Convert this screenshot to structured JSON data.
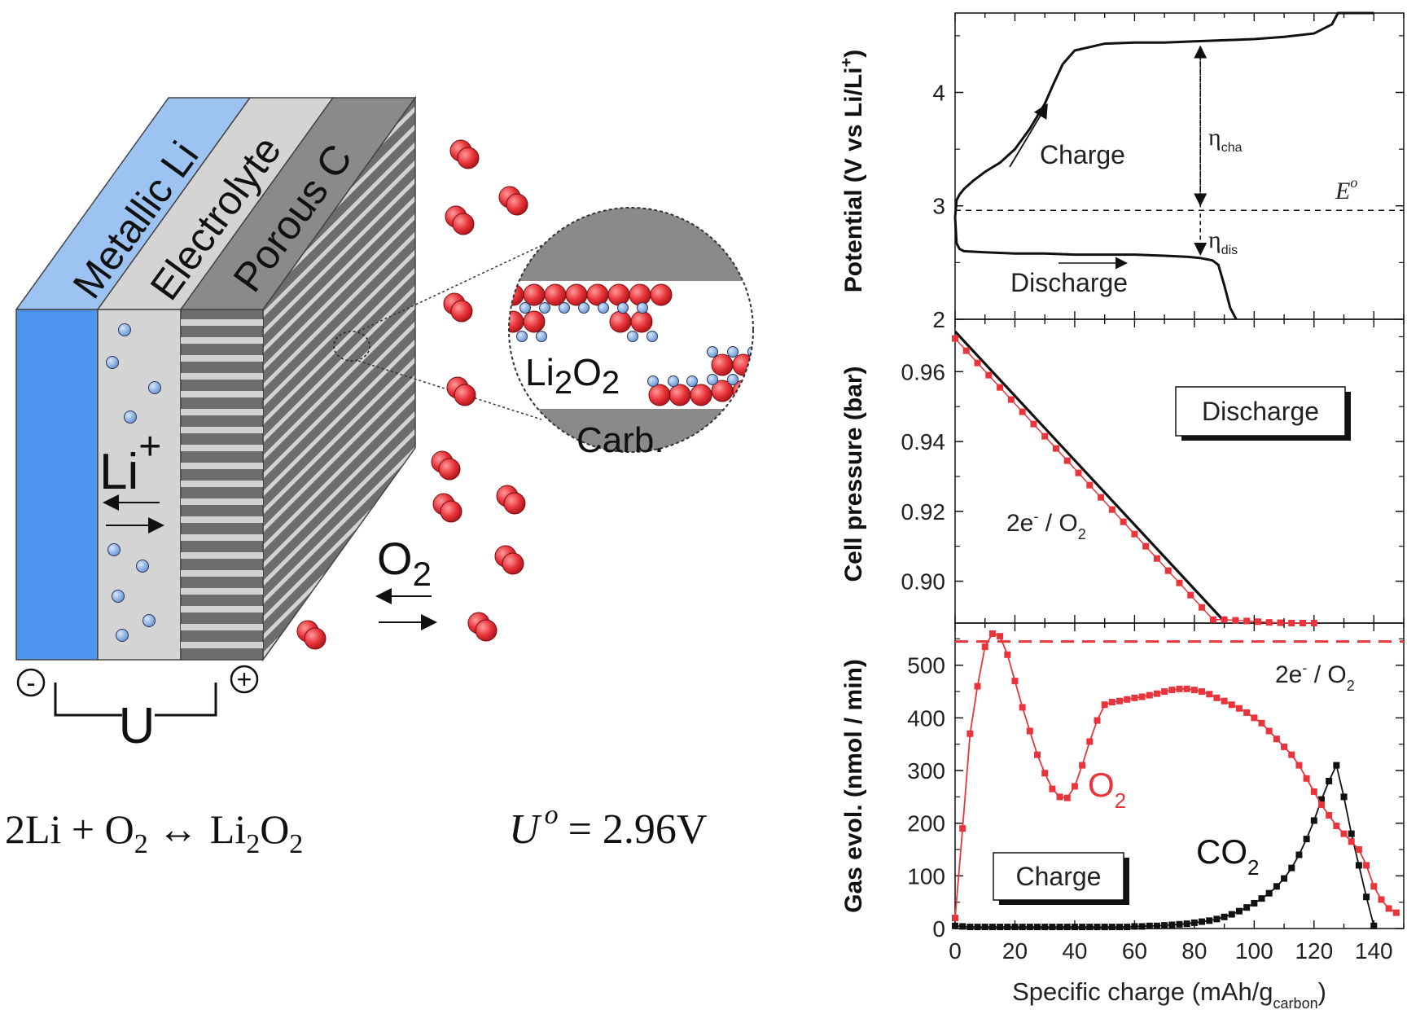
{
  "diagram": {
    "layer_labels": [
      "Metallic Li",
      "Electrolyte",
      "Porous C"
    ],
    "ion_label": "Li",
    "ion_charge": "+",
    "gas_label": "O",
    "gas_subscript": "2",
    "product_label": "Li",
    "product_sub1": "2",
    "product_mid": "O",
    "product_sub2": "2",
    "carbon_label": "Carb.",
    "minus_terminal": "-",
    "plus_terminal": "+",
    "circuit_label": "U",
    "colors": {
      "lithium": "#9cc3f2",
      "lithium_front": "#4d94ee",
      "electrolyte": "#d4d4d4",
      "carbon_top": "#8a8a8a",
      "carbon_front": "#6d6d6d",
      "oxygen": "#e8343a",
      "li_ion": "#7aa7e0"
    }
  },
  "equation": {
    "lhs_a": "2Li + O",
    "lhs_sub": "2",
    "arrow": "↔",
    "rhs_a": "Li",
    "rhs_sub1": "2",
    "rhs_b": "O",
    "rhs_sub2": "2",
    "u_symbol": "U",
    "u_super": "o",
    "u_value": "= 2.96V"
  },
  "chart_data": [
    {
      "type": "line",
      "panel": "potential",
      "ylabel": "Potential (V vs Li/Li",
      "ylabel_sup": "+",
      "ylabel_close": ")",
      "xlim": [
        0,
        150
      ],
      "ylim": [
        2.0,
        4.7
      ],
      "yticks": [
        2,
        3,
        4
      ],
      "reference_line": {
        "label": "E",
        "label_sup": "o",
        "value": 2.96
      },
      "annotations": [
        {
          "text": "Charge"
        },
        {
          "text": "Discharge"
        },
        {
          "text": "η",
          "sub": "cha"
        },
        {
          "text": "η",
          "sub": "dis"
        }
      ],
      "series": [
        {
          "x": [
            0,
            0.5,
            1.5,
            3,
            6,
            10,
            15,
            20,
            25,
            30,
            33,
            36,
            40,
            50,
            60,
            70,
            80,
            90,
            100,
            110,
            120,
            126,
            128,
            130,
            132,
            135,
            140
          ],
          "y": [
            2.9,
            3.05,
            3.1,
            3.15,
            3.22,
            3.3,
            3.38,
            3.5,
            3.68,
            3.9,
            4.08,
            4.25,
            4.37,
            4.43,
            4.44,
            4.44,
            4.45,
            4.46,
            4.47,
            4.49,
            4.52,
            4.6,
            4.7,
            4.72,
            4.72,
            4.72,
            4.72
          ]
        },
        {
          "x": [
            0,
            0.5,
            1.5,
            3,
            10,
            20,
            30,
            40,
            50,
            60,
            70,
            78,
            82,
            86,
            88,
            90,
            92,
            94
          ],
          "y": [
            2.9,
            2.67,
            2.62,
            2.6,
            2.59,
            2.58,
            2.58,
            2.57,
            2.57,
            2.57,
            2.56,
            2.55,
            2.54,
            2.52,
            2.48,
            2.3,
            2.1,
            2.0
          ]
        }
      ]
    },
    {
      "type": "line",
      "panel": "pressure",
      "ylabel": "Cell pressure (bar)",
      "xlim": [
        0,
        150
      ],
      "ylim": [
        0.888,
        0.975
      ],
      "yticks": [
        0.9,
        0.92,
        0.94,
        0.96
      ],
      "ytick_labels": [
        "0.90",
        "0.92",
        "0.94",
        "0.96"
      ],
      "legend_box": "Discharge",
      "annotations": [
        {
          "text": "2e",
          "sup": "-",
          "mid": " / O",
          "sub": "2"
        }
      ],
      "series": [
        {
          "x": [
            0,
            90
          ],
          "y": [
            0.9715,
            0.8885
          ]
        },
        {
          "x": [
            0,
            3.75,
            7.5,
            11.25,
            15,
            18.75,
            22.5,
            26.25,
            30,
            33.75,
            37.5,
            41.25,
            45,
            48.75,
            52.5,
            56.25,
            60,
            63.75,
            67.5,
            71.25,
            75,
            78.75,
            82.5,
            86.25,
            90,
            93.75,
            97.5,
            101.25,
            105,
            108.75,
            112.5,
            116.25,
            120
          ],
          "y": [
            0.9695,
            0.966,
            0.9625,
            0.959,
            0.9555,
            0.952,
            0.9485,
            0.945,
            0.9415,
            0.938,
            0.9345,
            0.931,
            0.9275,
            0.924,
            0.9205,
            0.917,
            0.9135,
            0.91,
            0.9065,
            0.903,
            0.8995,
            0.896,
            0.8925,
            0.889,
            0.889,
            0.8888,
            0.8886,
            0.8884,
            0.8882,
            0.8881,
            0.888,
            0.888,
            0.888
          ]
        }
      ]
    },
    {
      "type": "line",
      "panel": "gas",
      "ylabel": "Gas evol. (nmol / min)",
      "xlabel": "Specific charge (mAh/g",
      "xlabel_sub": "carbon",
      "xlabel_close": ")",
      "xlim": [
        0,
        150
      ],
      "ylim": [
        0,
        580
      ],
      "xticks": [
        0,
        20,
        40,
        60,
        80,
        100,
        120,
        140
      ],
      "yticks": [
        0,
        100,
        200,
        300,
        400,
        500
      ],
      "legend_box": "Charge",
      "reference_line": {
        "label": "2e",
        "label_sup": "-",
        "label_mid": " / O",
        "label_sub": "2",
        "value": 545
      },
      "series": [
        {
          "name": "O",
          "name_sub": "2",
          "color": "#e8343a",
          "x": [
            0,
            2.5,
            5,
            7.5,
            10,
            12.5,
            15,
            17.5,
            20,
            22.5,
            25,
            27.5,
            30,
            32.5,
            35,
            37.5,
            40,
            42.5,
            45,
            47.5,
            50,
            52.5,
            55,
            57.5,
            60,
            62.5,
            65,
            67.5,
            70,
            72.5,
            75,
            77.5,
            80,
            82.5,
            85,
            87.5,
            90,
            92.5,
            95,
            97.5,
            100,
            102.5,
            105,
            107.5,
            110,
            112.5,
            115,
            117.5,
            120,
            122.5,
            125,
            127.5,
            130,
            132.5,
            135,
            137.5,
            140,
            142.5,
            145,
            147.5
          ],
          "y": [
            20,
            190,
            370,
            460,
            535,
            560,
            555,
            520,
            470,
            420,
            375,
            330,
            295,
            265,
            250,
            248,
            270,
            310,
            355,
            395,
            425,
            430,
            432,
            435,
            438,
            440,
            443,
            446,
            450,
            453,
            455,
            455,
            453,
            450,
            445,
            438,
            432,
            425,
            418,
            410,
            400,
            390,
            375,
            360,
            345,
            330,
            310,
            285,
            260,
            235,
            215,
            195,
            180,
            165,
            150,
            120,
            80,
            55,
            38,
            30
          ]
        },
        {
          "name": "CO",
          "name_sub": "2",
          "color": "#111111",
          "x": [
            0,
            2.5,
            5,
            7.5,
            10,
            12.5,
            15,
            17.5,
            20,
            22.5,
            25,
            27.5,
            30,
            32.5,
            35,
            37.5,
            40,
            42.5,
            45,
            47.5,
            50,
            52.5,
            55,
            57.5,
            60,
            62.5,
            65,
            67.5,
            70,
            72.5,
            75,
            77.5,
            80,
            82.5,
            85,
            87.5,
            90,
            92.5,
            95,
            97.5,
            100,
            102.5,
            105,
            107.5,
            110,
            112.5,
            115,
            117.5,
            120,
            122.5,
            125,
            127.5,
            130,
            132.5,
            135,
            137.5,
            140
          ],
          "y": [
            5,
            4,
            3,
            3,
            3,
            3,
            3,
            3,
            3,
            3,
            3,
            3,
            3,
            3,
            3,
            3,
            3,
            3,
            3,
            3,
            3,
            3,
            3,
            3,
            4,
            4,
            5,
            5,
            6,
            7,
            8,
            9,
            11,
            13,
            15,
            18,
            22,
            27,
            33,
            40,
            48,
            57,
            67,
            80,
            95,
            115,
            140,
            170,
            205,
            245,
            280,
            310,
            250,
            180,
            120,
            60,
            5
          ]
        }
      ]
    }
  ]
}
